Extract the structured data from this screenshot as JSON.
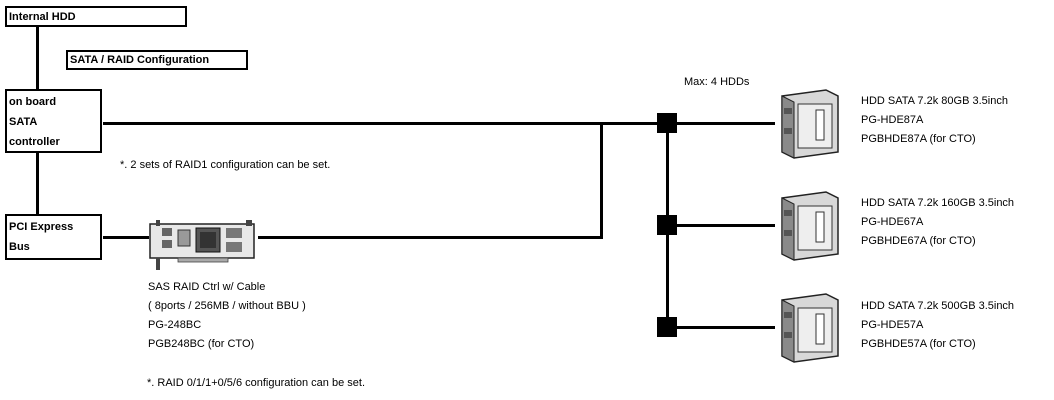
{
  "boxes": {
    "internal_hdd": "Internal HDD",
    "sata_raid_config": "SATA / RAID Configuration",
    "onboard_controller": [
      "on board",
      "SATA",
      "controller"
    ],
    "pci_bus": [
      "PCI Express",
      "Bus"
    ]
  },
  "notes": {
    "raid1": "*. 2 sets of RAID1 configuration can be set.",
    "raid_levels": "*. RAID 0/1/1+0/5/6 configuration can be set.",
    "max_hdds": "Max: 4 HDDs"
  },
  "raid_card": {
    "lines": [
      "SAS RAID Ctrl w/ Cable",
      "( 8ports / 256MB / without BBU )",
      "PG-248BC",
      "PGB248BC (for CTO)"
    ]
  },
  "drives": [
    {
      "lines": [
        "HDD SATA 7.2k 80GB 3.5inch",
        "PG-HDE87A",
        "PGBHDE87A (for CTO)"
      ]
    },
    {
      "lines": [
        "HDD SATA 7.2k 160GB 3.5inch",
        "PG-HDE67A",
        "PGBHDE67A (for CTO)"
      ]
    },
    {
      "lines": [
        "HDD SATA 7.2k 500GB 3.5inch",
        "PG-HDE57A",
        "PGBHDE57A (for CTO)"
      ]
    }
  ]
}
